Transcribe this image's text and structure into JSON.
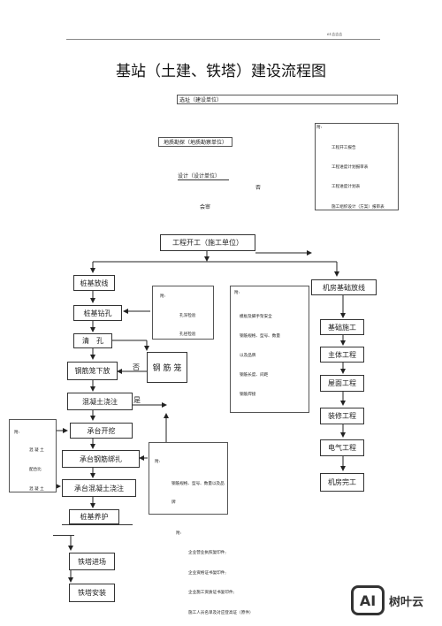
{
  "header": {
    "corner": "61吉吉吉"
  },
  "title": "基站（土建、铁塔）建设流程图",
  "top": {
    "site": "选址（建设单位）",
    "survey": "地质勘探（地质勘察单位）",
    "design": "设计（设计单位）",
    "no": "否",
    "review": "会审"
  },
  "note1": {
    "head": "附:",
    "items": [
      "工程开工报告",
      "工程进度计划报审表",
      "工程进度计划表",
      "施工组织设计（方案）报审表"
    ]
  },
  "start": "工程开工（施工单位）",
  "left_flow": [
    "桩基放线",
    "桩基钻孔",
    "清　孔",
    "钢筋笼下放",
    "混凝土浇注",
    "承台开挖",
    "承台钢筋绑扎",
    "承台混凝土浇注",
    "桩基养护"
  ],
  "rebar_cage": "钢 筋 笼",
  "no2": "否",
  "yes": "是",
  "note_hole": {
    "head": "附:",
    "items": [
      "孔深检验",
      "孔径检验"
    ]
  },
  "note_mid": {
    "head": "附:",
    "items": [
      "模板及脚手架安全",
      "钢筋规格、型号、数量",
      "以及品牌",
      "钢筋长度、间距",
      "钢筋焊接"
    ]
  },
  "note_concrete": {
    "head": "附:",
    "items": [
      "混 凝 土",
      "配合比",
      "混 凝 土"
    ]
  },
  "note_bottom_mid": {
    "head": "附:",
    "items": [
      "钢筋规格、型号、数量以及品",
      "牌"
    ]
  },
  "right_flow": [
    "机房基础放线",
    "基础施工",
    "主体工程",
    "屋面工程",
    "装修工程",
    "电气工程",
    "机房完工"
  ],
  "tower_flow": [
    "铁塔进场",
    "铁塔安装"
  ],
  "note_docs": {
    "head": "附:",
    "items": [
      "企业营业执照复印件;",
      "企业资格证书复印件;",
      "企业施工资质证书复印件;",
      "施工人员名单及对应登高证（原件）"
    ]
  },
  "watermark": {
    "mark": "AI",
    "name": "树叶云"
  }
}
